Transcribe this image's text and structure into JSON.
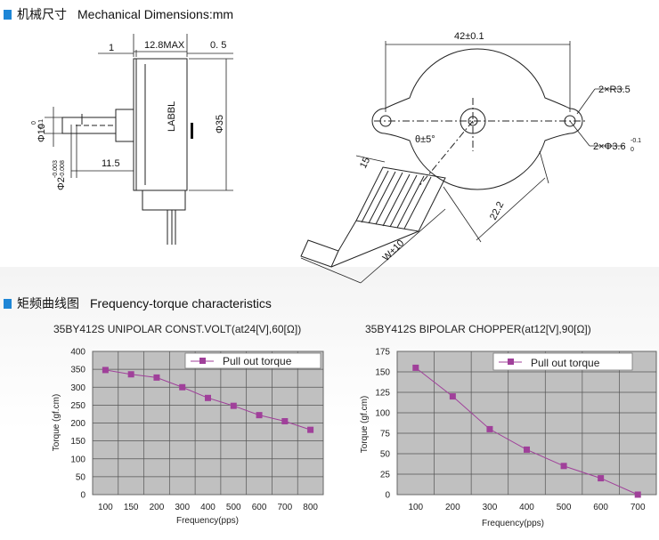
{
  "sections": {
    "dimensions": {
      "zh": "机械尺寸",
      "en": "Mechanical Dimensions:mm"
    },
    "frequency": {
      "zh": "矩频曲线图",
      "en": "Frequency-torque characteristics"
    }
  },
  "accent_color": "#1e86d6",
  "drawing": {
    "side": {
      "d_1": "1",
      "d_12_8": "12.8MAX",
      "d_0_5": "0. 5",
      "d_11_5": "11.5",
      "label": "LABBL",
      "phi35": "Φ35",
      "phi10": "Φ10",
      "phi10_tol_top": "0",
      "phi10_tol_bot": "-0.1",
      "phi2": "Φ2",
      "phi2_tol_top": "-0.003",
      "phi2_tol_bot": "-0.008"
    },
    "top": {
      "d_42": "42±0.1",
      "r35": "2×R3.5",
      "phi36": "2×Φ3.6",
      "phi36_tol_top": "-0.1",
      "phi36_tol_bot": "0",
      "theta": "θ±5°",
      "d_15": "15",
      "d_22_2": "22.2",
      "w10": "W±10"
    }
  },
  "chart_data": [
    {
      "type": "line",
      "title": "35BY412S UNIPOLAR CONST.VOLT(at24[V],60[Ω])",
      "xlabel": "Frequency(pps)",
      "ylabel": "Torque (gf.cm)",
      "categories": [
        100,
        150,
        200,
        300,
        400,
        500,
        600,
        700,
        800
      ],
      "ylim": [
        0,
        400
      ],
      "yticks": [
        0,
        50,
        100,
        150,
        200,
        250,
        300,
        350,
        400
      ],
      "grid": true,
      "legend_position": "top-right",
      "series": [
        {
          "name": "Pull out torque",
          "color": "#a0409a",
          "values": [
            348,
            336,
            327,
            300,
            270,
            248,
            222,
            205,
            181
          ]
        }
      ]
    },
    {
      "type": "line",
      "title": "35BY412S BIPOLAR CHOPPER(at12[V],90[Ω])",
      "xlabel": "Frequency(pps)",
      "ylabel": "Torque (gf.cm)",
      "categories": [
        100,
        200,
        300,
        400,
        500,
        600,
        700
      ],
      "ylim": [
        0,
        175
      ],
      "yticks": [
        0,
        25,
        50,
        75,
        100,
        125,
        150,
        175
      ],
      "grid": true,
      "legend_position": "top-right",
      "series": [
        {
          "name": "Pull out torque",
          "color": "#a0409a",
          "values": [
            155,
            120,
            80,
            55,
            35,
            20,
            0
          ]
        }
      ]
    }
  ]
}
